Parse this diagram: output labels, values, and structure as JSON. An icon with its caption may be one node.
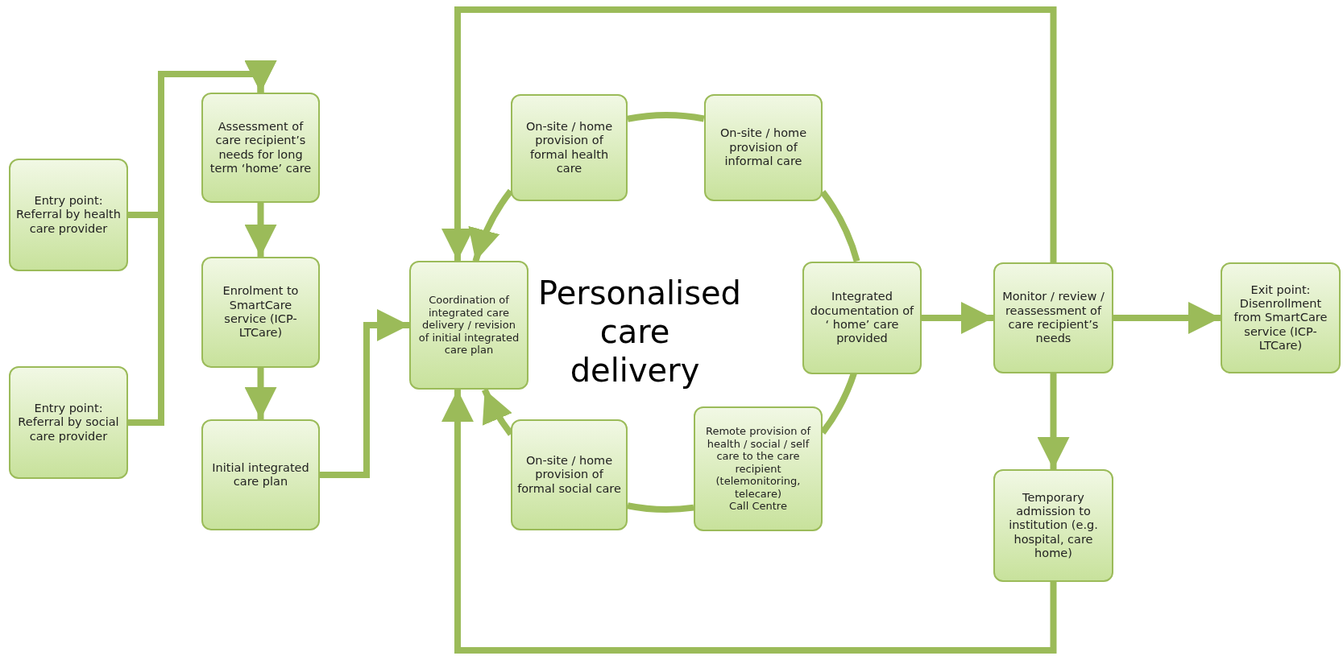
{
  "diagram": {
    "nodes": [
      {
        "text": [
          "Entry point: Referral by health care provider"
        ]
      },
      {
        "text": [
          "Entry point: Referral by social care provider"
        ]
      },
      {
        "text": [
          "Assessment of care recipient’s needs for long term ‘home’ care"
        ]
      },
      {
        "text": [
          "Enrolment to SmartCare service (ICP-LTCare)"
        ]
      },
      {
        "text": [
          "Initial integrated care plan"
        ]
      },
      {
        "text": [
          "Coordination of integrated care delivery / revision of initial integrated care plan"
        ]
      },
      {
        "text": [
          "On-site / home provision of formal health care"
        ]
      },
      {
        "text": [
          "On-site / home provision of informal care"
        ]
      },
      {
        "text": [
          "Integrated documentation of ‘ home’ care provided"
        ]
      },
      {
        "text": [
          "Remote provision of health / social / self care to the care recipient (telemonitoring, telecare)",
          "Call Centre"
        ]
      },
      {
        "text": [
          "On-site / home provision of formal social care"
        ]
      },
      {
        "text": [
          "Monitor / review / reassessment of care recipient’s needs"
        ]
      },
      {
        "text": [
          "Exit point: Disenrollment from SmartCare service (ICP-LTCare)"
        ]
      },
      {
        "text": [
          "Temporary admission to institution (e.g. hospital, care home)"
        ]
      }
    ],
    "edges": [
      {
        "from": 0,
        "to": 2,
        "arrow": "to"
      },
      {
        "from": 1,
        "to": 2,
        "arrow": "to"
      },
      {
        "from": 2,
        "to": 3,
        "arrow": "to"
      },
      {
        "from": 3,
        "to": 4,
        "arrow": "to"
      },
      {
        "from": 4,
        "to": 5,
        "arrow": "to"
      },
      {
        "from": 6,
        "to": 5,
        "arrow": "to"
      },
      {
        "from": 6,
        "to": 7,
        "arrow": "none"
      },
      {
        "from": 7,
        "to": 8,
        "arrow": "none"
      },
      {
        "from": 8,
        "to": 9,
        "arrow": "none"
      },
      {
        "from": 9,
        "to": 10,
        "arrow": "none"
      },
      {
        "from": 10,
        "to": 5,
        "arrow": "to"
      },
      {
        "from": 8,
        "to": 11,
        "arrow": "to"
      },
      {
        "from": 11,
        "to": 12,
        "arrow": "to"
      },
      {
        "from": 11,
        "to": 13,
        "arrow": "to"
      },
      {
        "from": 11,
        "to": 5,
        "arrow": "to"
      },
      {
        "from": 13,
        "to": 5,
        "arrow": "to"
      }
    ],
    "labels": [
      "Personalised care delivery"
    ]
  }
}
